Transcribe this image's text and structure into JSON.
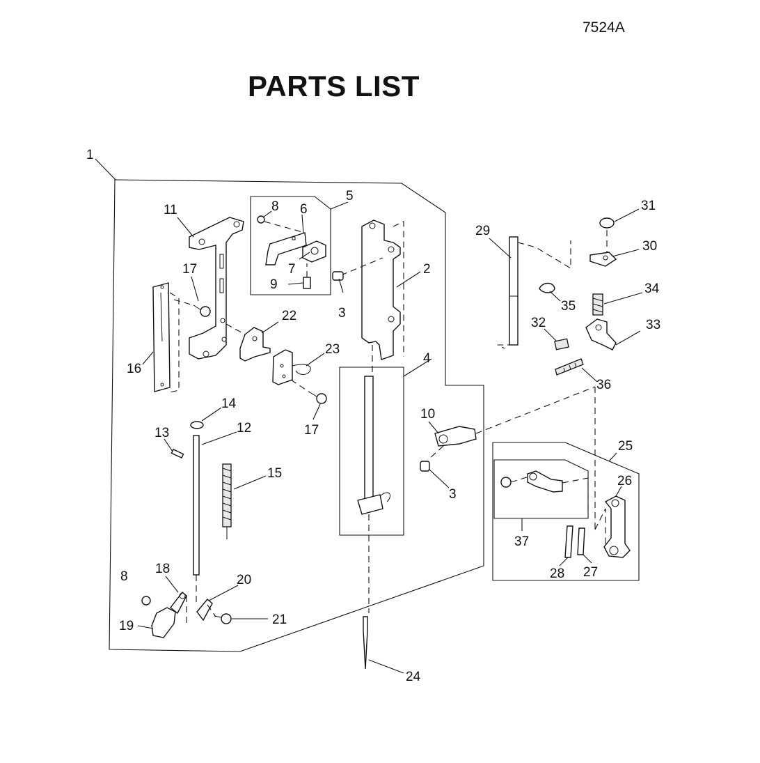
{
  "header": {
    "doc_code": "7524A",
    "title": "PARTS LIST"
  },
  "labels": [
    "1",
    "2",
    "3",
    "3",
    "4",
    "5",
    "6",
    "7",
    "8",
    "8",
    "9",
    "10",
    "11",
    "12",
    "13",
    "14",
    "15",
    "16",
    "17",
    "17",
    "18",
    "19",
    "20",
    "21",
    "22",
    "23",
    "24",
    "25",
    "26",
    "27",
    "28",
    "29",
    "30",
    "31",
    "32",
    "33",
    "34",
    "35",
    "36",
    "37"
  ]
}
